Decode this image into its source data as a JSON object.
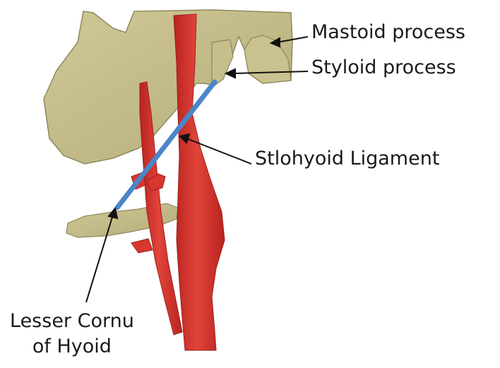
{
  "labels": {
    "mastoid_process": "Mastoid process",
    "styloid_process": "Styloid process",
    "stylohyoid_ligament": "Stlohyoid Ligament",
    "lesser_cornu_line1": "Lesser Cornu",
    "lesser_cornu_line2": "of Hyoid"
  },
  "colors": {
    "bone": "#c4bd8a",
    "bone_shadow": "#9a9163",
    "artery": "#d8322c",
    "artery_dark": "#a81f1c",
    "ligament": "#4a86c8",
    "arrow": "#111111"
  }
}
